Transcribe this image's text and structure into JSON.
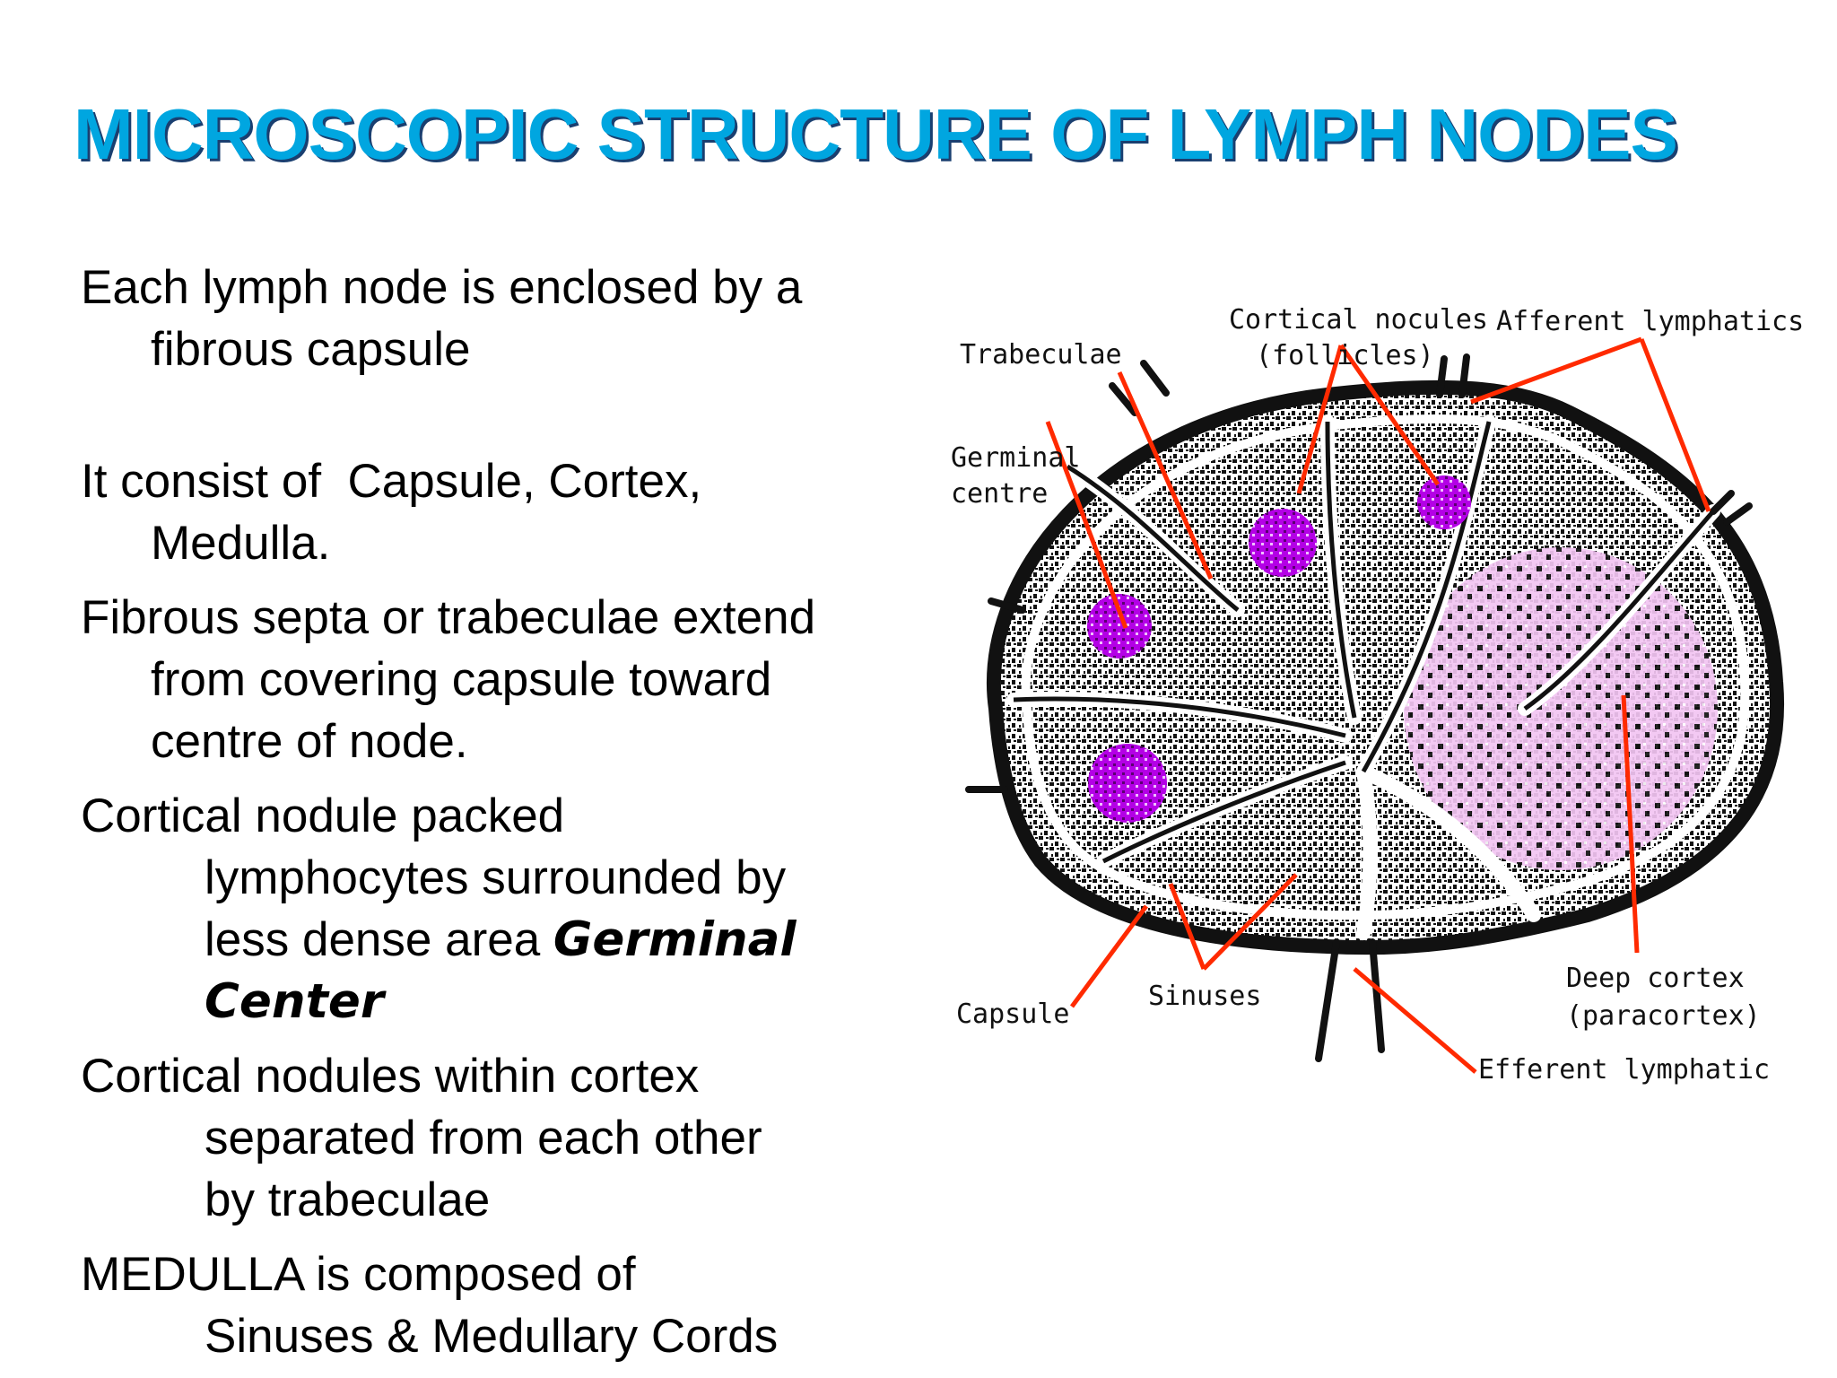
{
  "title": "MICROSCOPIC STRUCTURE OF LYMPH NODES",
  "bullets": [
    {
      "lines": [
        "Each lymph node is enclosed by a",
        "fibrous capsule"
      ]
    },
    {
      "lines": [
        "It consist of  Capsule, Cortex,",
        "Medulla."
      ]
    },
    {
      "lines": [
        "Fibrous septa or trabeculae extend",
        "from covering capsule toward",
        "centre of node."
      ]
    },
    {
      "lines": [
        "Cortical nodule packed",
        "lymphocytes surrounded by",
        "less dense area "
      ],
      "emphasis": [
        "Germinal",
        "Center"
      ]
    },
    {
      "lines": [
        "Cortical nodules within cortex",
        "separated from each other",
        "by trabeculae"
      ]
    },
    {
      "lines": [
        "MEDULLA is composed of",
        "Sinuses & Medullary Cords"
      ]
    }
  ],
  "diagram": {
    "labels": {
      "trabeculae": "Trabeculae",
      "cortical_nodules_1": "Cortical nocules",
      "cortical_nodules_2": "(follicles)",
      "afferent": "Afferent lymphatics",
      "germinal_1": "Germinal",
      "germinal_2": "centre",
      "capsule": "Capsule",
      "sinuses": "Sinuses",
      "deep_cortex_1": "Deep cortex",
      "deep_cortex_2": "(paracortex)",
      "efferent": "Efferent lymphatic"
    },
    "colors": {
      "pointer": "#ff2a00",
      "follicle": "#b400e6",
      "paracortex": "#f0b8f0",
      "ink": "#111111"
    }
  }
}
